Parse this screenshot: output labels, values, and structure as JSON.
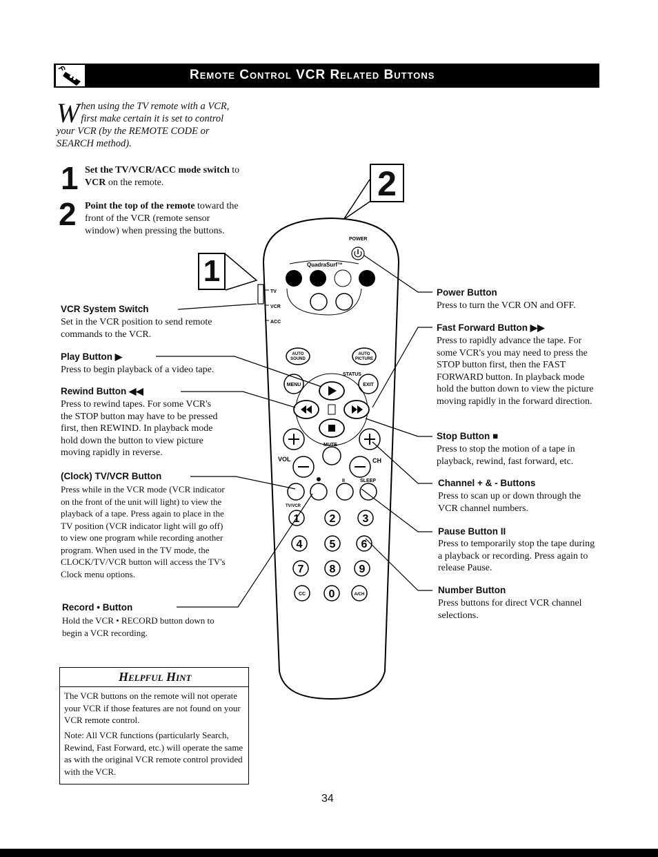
{
  "header": {
    "title": "Remote Control VCR Related Buttons"
  },
  "intro": {
    "drop_cap": "W",
    "text": "hen using the TV remote with a VCR, first make certain it is set to control your VCR (by the REMOTE CODE or SEARCH method)."
  },
  "steps": [
    {
      "num": "1",
      "bold": "Set the TV/VCR/ACC mode switch",
      "mid": " to ",
      "bold2": "VCR",
      "rest": " on the remote."
    },
    {
      "num": "2",
      "bold": "Point the top of the remote",
      "rest": " toward the front of the VCR (remote sensor window) when pressing the buttons."
    }
  ],
  "callout_numbers": {
    "one": "1",
    "two": "2"
  },
  "left_sections": [
    {
      "title": "VCR System Switch",
      "body": "Set in the VCR position to send remote commands to the VCR."
    },
    {
      "title": "Play Button ▶",
      "body": "Press to begin playback of a video tape."
    },
    {
      "title": "Rewind Button ◀◀",
      "body": "Press to rewind tapes. For some VCR's the STOP button may have to be pressed first, then REWIND. In playback mode hold down the button to view picture moving rapidly in reverse."
    },
    {
      "title": "(Clock) TV/VCR Button",
      "body": "Press while in the VCR mode (VCR indicator on the front of the unit will light) to view the playback of a tape. Press again to place in the TV position (VCR indicator light will go off) to view one program while recording another program. When used in the TV mode, the CLOCK/TV/VCR button will access the TV's Clock menu options."
    },
    {
      "title": "Record • Button",
      "body": "Hold the VCR • RECORD button down to begin a VCR recording."
    }
  ],
  "right_sections": [
    {
      "title": "Power Button",
      "body": "Press to turn the VCR ON and OFF."
    },
    {
      "title": "Fast Forward Button ▶▶",
      "body": "Press to rapidly advance the tape. For some VCR's you may need to press the STOP button first, then the FAST FORWARD button. In playback mode hold the button down to view the picture moving rapidly in the forward direction."
    },
    {
      "title": "Stop Button ■",
      "body": "Press to stop the motion of a tape in playback, rewind, fast forward, etc."
    },
    {
      "title": "Channel + & - Buttons",
      "body": "Press to scan up or down through the VCR channel numbers."
    },
    {
      "title": "Pause Button II",
      "body": "Press to temporarily stop the tape during a playback or recording. Press again to release Pause."
    },
    {
      "title": "Number Button",
      "body": "Press buttons for direct VCR channel selections."
    }
  ],
  "remote": {
    "power": "POWER",
    "quadrasurf": "QuadraSurf™",
    "tv": "TV",
    "vcr": "VCR",
    "acc": "ACC",
    "auto_sound": [
      "AUTO",
      "SOUND"
    ],
    "auto_picture": [
      "AUTO",
      "PICTURE"
    ],
    "status": "STATUS",
    "menu": "MENU",
    "exit": "EXIT",
    "mute": "MUTE",
    "vol": "VOL",
    "ch": "CH",
    "pause": "II",
    "sleep": "SLEEP",
    "tvvcr": "TV/VCR",
    "digits": [
      "1",
      "2",
      "3",
      "4",
      "5",
      "6",
      "7",
      "8",
      "9"
    ],
    "cc": "CC",
    "zero": "0",
    "ach": "A/CH"
  },
  "hint": {
    "title": "Helpful Hint",
    "p1": "The VCR buttons on the remote will not operate your VCR if those features are not found on your VCR remote control.",
    "p2": "Note: All VCR functions (particularly Search, Rewind, Fast Forward, etc.) will operate the same as with the original VCR remote control provided with the VCR."
  },
  "page_number": "34"
}
